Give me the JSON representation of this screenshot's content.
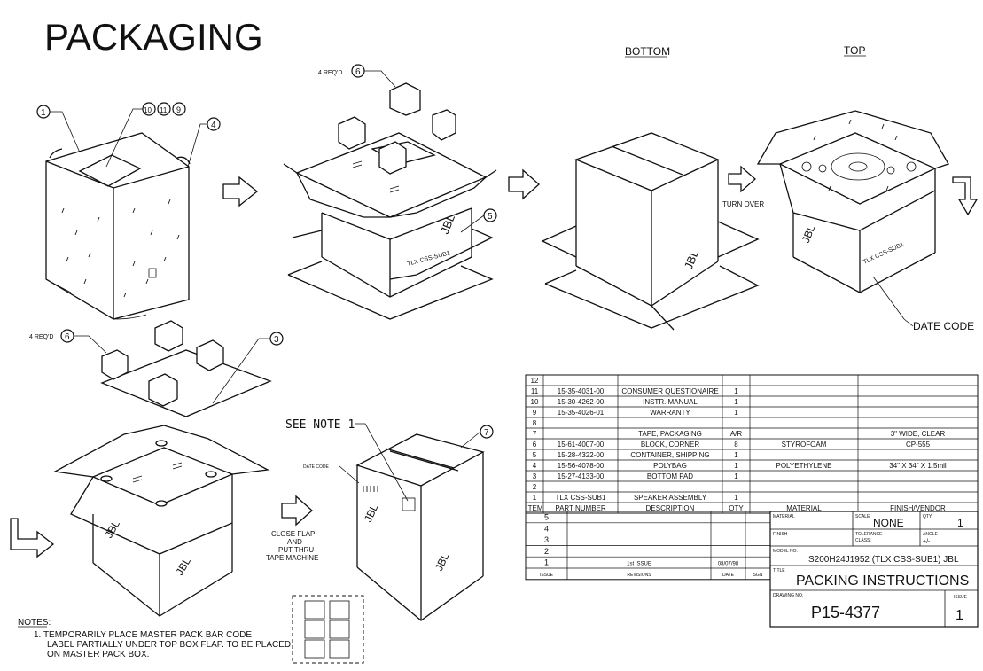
{
  "title": "PACKAGING",
  "view_labels": {
    "bottom": "BOTTOM",
    "top": "TOP"
  },
  "callouts": {
    "c1": "1",
    "c10": "10",
    "c11": "11",
    "c9": "9",
    "c4": "4",
    "c6a": "6",
    "c5": "5",
    "c6b": "6",
    "c3": "3",
    "c7": "7"
  },
  "req_labels": {
    "upper": "4 REQ'D",
    "lower": "4 REQ'D"
  },
  "annotations": {
    "turn_over": "TURN OVER",
    "date_code": "DATE CODE",
    "date_code_small": "DATE CODE",
    "see_note": "SEE NOTE 1",
    "close_flap": [
      "CLOSE FLAP",
      "AND",
      "PUT THRU",
      "TAPE MACHINE"
    ]
  },
  "box_marks": {
    "brand": "JBL",
    "model": "TLX CSS-SUB1",
    "model_short": "TLX CSS-SUB1"
  },
  "notes": {
    "heading": "NOTES:",
    "lines": [
      "1.  TEMPORARILY PLACE MASTER PACK BAR CODE",
      "LABEL PARTIALLY UNDER TOP BOX FLAP. TO BE PLACED",
      "ON MASTER PACK BOX."
    ]
  },
  "bom": {
    "headers": [
      "ITEM",
      "PART NUMBER",
      "DESCRIPTION",
      "QTY",
      "MATERIAL",
      "FINISH/VENDOR"
    ],
    "rows": [
      [
        "12",
        "",
        "",
        "",
        "",
        ""
      ],
      [
        "11",
        "15-35-4031-00",
        "CONSUMER QUESTIONAIRE",
        "1",
        "",
        ""
      ],
      [
        "10",
        "15-30-4262-00",
        "INSTR. MANUAL",
        "1",
        "",
        ""
      ],
      [
        "9",
        "15-35-4026-01",
        "WARRANTY",
        "1",
        "",
        ""
      ],
      [
        "8",
        "",
        "",
        "",
        "",
        ""
      ],
      [
        "7",
        "",
        "TAPE, PACKAGING",
        "A/R",
        "",
        "3\" WIDE, CLEAR"
      ],
      [
        "6",
        "15-61-4007-00",
        "BLOCK, CORNER",
        "8",
        "STYROFOAM",
        "CP-555"
      ],
      [
        "5",
        "15-28-4322-00",
        "CONTAINER, SHIPPING",
        "1",
        "",
        ""
      ],
      [
        "4",
        "15-56-4078-00",
        "POLYBAG",
        "1",
        "POLYETHYLENE",
        "34\" X 34\" X 1.5mil"
      ],
      [
        "3",
        "15-27-4133-00",
        "BOTTOM PAD",
        "1",
        "",
        ""
      ],
      [
        "2",
        "",
        "",
        "",
        "",
        ""
      ],
      [
        "1",
        "TLX CSS-SUB1",
        "SPEAKER ASSEMBLY",
        "1",
        "",
        ""
      ]
    ]
  },
  "revisions": {
    "rows": [
      [
        "5",
        "",
        "",
        ""
      ],
      [
        "4",
        "",
        "",
        ""
      ],
      [
        "3",
        "",
        "",
        ""
      ],
      [
        "2",
        "",
        "",
        ""
      ],
      [
        "1",
        "1st ISSUE",
        "08/07/98",
        ""
      ]
    ],
    "headers": [
      "ISSUE",
      "REVISIONS",
      "DATE",
      "SGN"
    ]
  },
  "title_block": {
    "material_label": "MATERIAL",
    "scale_label": "SCALE",
    "scale_value": "NONE",
    "qty_label": "QTY",
    "qty_value": "1",
    "finish_label": "FINISH",
    "tolerance_label": "TOLERANCE",
    "class_label": "CLASS:",
    "angle_label": "ANGLE",
    "angle_value": "+/-",
    "model_label": "MODEL NO.",
    "model_value": "S200H24J1952 (TLX CSS-SUB1) JBL",
    "title_label": "TITLE",
    "title_value": "PACKING INSTRUCTIONS",
    "drawing_label": "DRAWING NO.",
    "drawing_value": "P15-4377",
    "issue_label": "ISSUE",
    "issue_value": "1"
  }
}
